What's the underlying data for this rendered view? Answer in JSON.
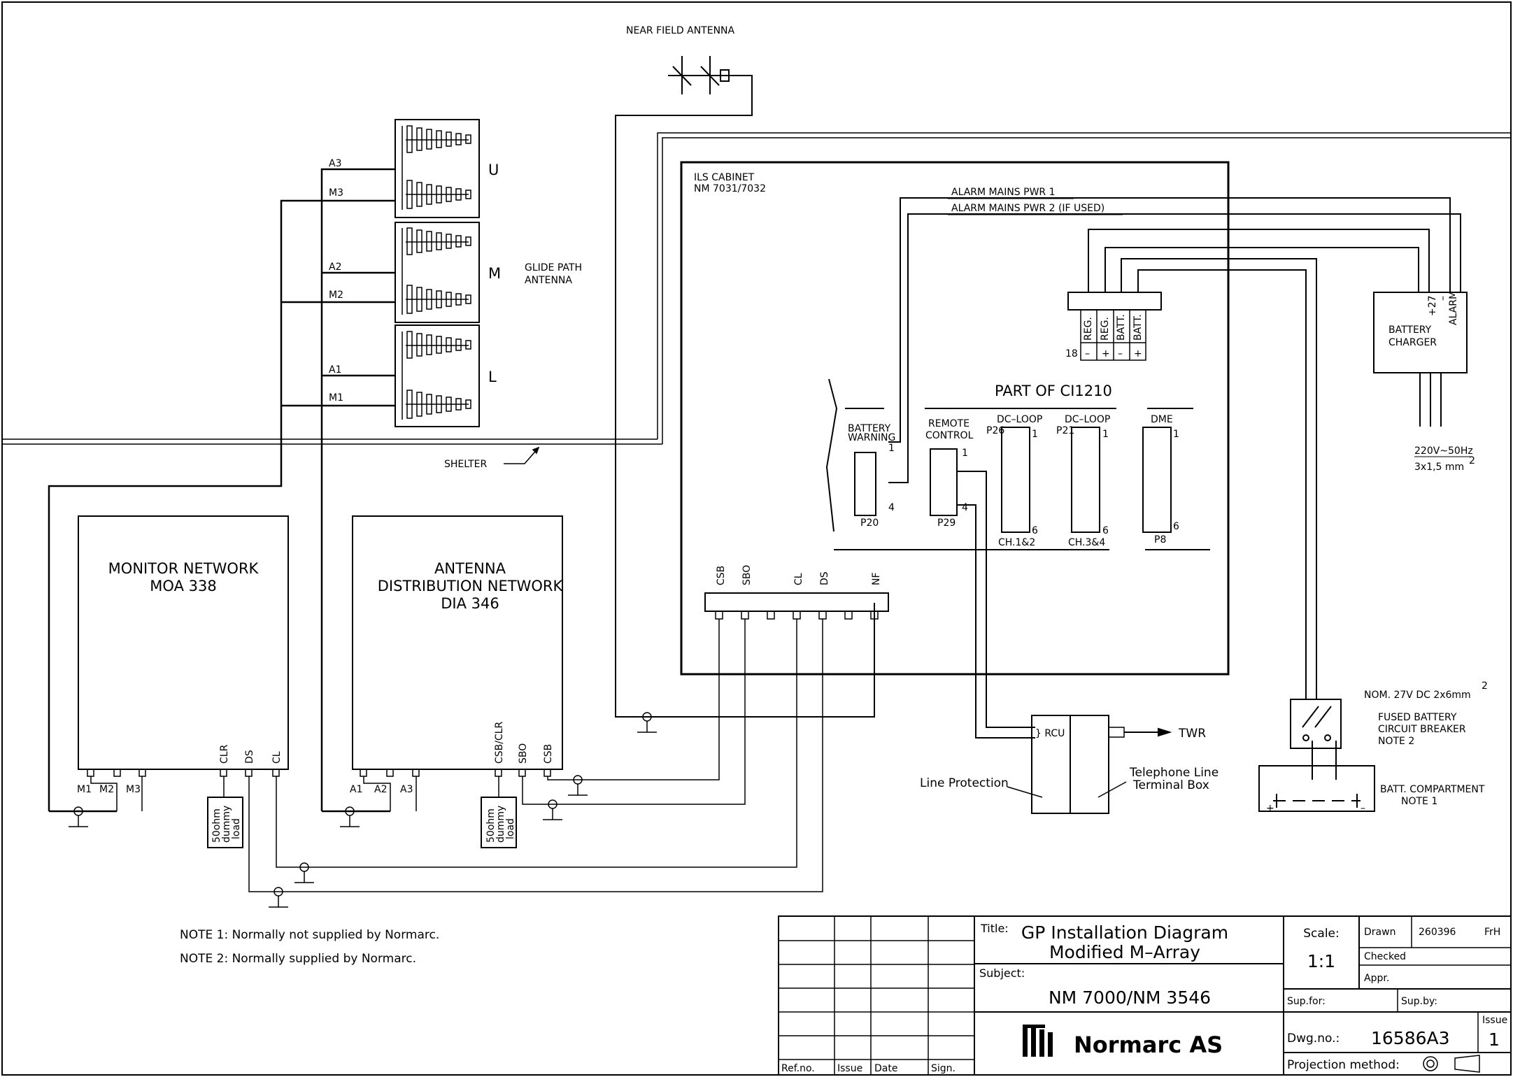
{
  "near_field_antenna": "NEAR FIELD ANTENNA",
  "glide_path": {
    "label_line1": "GLIDE PATH",
    "label_line2": "ANTENNA",
    "u": "U",
    "m": "M",
    "l": "L",
    "a3": "A3",
    "m3": "M3",
    "a2": "A2",
    "m2": "M2",
    "a1": "A1",
    "m1": "M1"
  },
  "shelter": "SHELTER",
  "ils_cabinet": {
    "line1": "ILS CABINET",
    "line2": "NM 7031/7032",
    "alarm1": "ALARM MAINS PWR 1",
    "alarm2": "ALARM MAINS PWR 2 (IF USED)",
    "terminal_labels": [
      "REG.",
      "REG.",
      "BATT.",
      "BATT."
    ],
    "terminal_signs": [
      "–",
      "+",
      "–",
      "+"
    ],
    "terminal_num": "18",
    "part_of": "PART OF CI1210",
    "battery_warning_1": "BATTERY",
    "battery_warning_2": "WARNING",
    "remote_control_1": "REMOTE",
    "remote_control_2": "CONTROL",
    "dc_loop": "DC–LOOP",
    "dme": "DME",
    "p20": "P20",
    "p29": "P29",
    "p26": "P26",
    "p21": "P21",
    "p8": "P8",
    "ch12": "CH.1&2",
    "ch34": "CH.3&4",
    "pin1": "1",
    "pin4": "4",
    "pin6": "6",
    "conn_labels": [
      "CSB",
      "SBO",
      "CL",
      "DS",
      "NF"
    ]
  },
  "battery_charger": {
    "line1": "BATTERY",
    "line2": "CHARGER",
    "p27": "+27",
    "minus": "–",
    "alarm": "ALARM",
    "supply_line1": "220V~50Hz",
    "supply_line2": "3x1,5 mm",
    "sup2": "2"
  },
  "monitor_network": {
    "line1": "MONITOR NETWORK",
    "line2": "MOA 338",
    "ports": [
      "M1",
      "M2",
      "M3"
    ],
    "clr": "CLR",
    "ds": "DS",
    "cl": "CL"
  },
  "antenna_dist": {
    "line1": "ANTENNA",
    "line2": "DISTRIBUTION NETWORK",
    "line3": "DIA 346",
    "ports": [
      "A1",
      "A2",
      "A3"
    ],
    "csb_clr": "CSB/CLR",
    "sbo": "SBO",
    "csb": "CSB"
  },
  "dummy_load": [
    "50ohm",
    "dummy",
    "load"
  ],
  "rcu": "} RCU",
  "twr": "TWR",
  "line_protection": "Line Protection",
  "telephone_1": "Telephone Line",
  "telephone_2": "Terminal Box",
  "nom_27v": "NOM. 27V DC 2x6mm",
  "nom_sup": "2",
  "breaker_1": "FUSED BATTERY",
  "breaker_2": "CIRCUIT BREAKER",
  "breaker_3": "NOTE 2",
  "batt_comp_1": "BATT. COMPARTMENT",
  "batt_comp_2": "NOTE 1",
  "note1": "NOTE 1:  Normally not supplied by Normarc.",
  "note2": "NOTE 2:  Normally supplied by Normarc.",
  "title_block": {
    "title_label": "Title:",
    "title_1": "GP Installation Diagram",
    "title_2": "Modified M–Array",
    "subject_label": "Subject:",
    "subject": "NM 7000/NM 3546",
    "company": "Normarc AS",
    "scale_label": "Scale:",
    "scale": "1:1",
    "drawn": "Drawn",
    "drawn_date": "260396",
    "drawn_by": "FrH",
    "checked": "Checked",
    "appr": "Appr.",
    "sup_for": "Sup.for:",
    "sup_by": "Sup.by:",
    "dwg_label": "Dwg.no.:",
    "dwg_no": "16586A3",
    "issue_label": "Issue",
    "issue": "1",
    "projection": "Projection method:",
    "ref_cols": [
      "Ref.no.",
      "Issue",
      "Date",
      "Sign."
    ]
  }
}
